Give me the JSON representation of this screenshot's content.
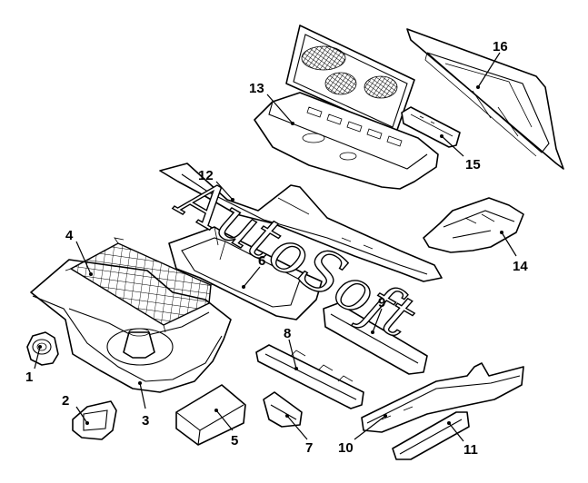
{
  "watermark": "AutoSoft",
  "callouts": {
    "c1": "1",
    "c2": "2",
    "c3": "3",
    "c4": "4",
    "c5": "5",
    "c6": "6",
    "c7": "7",
    "c8": "8",
    "c9": "9",
    "c10": "10",
    "c11": "11",
    "c12": "12",
    "c13": "13",
    "c14": "14",
    "c15": "15",
    "c16": "16"
  }
}
